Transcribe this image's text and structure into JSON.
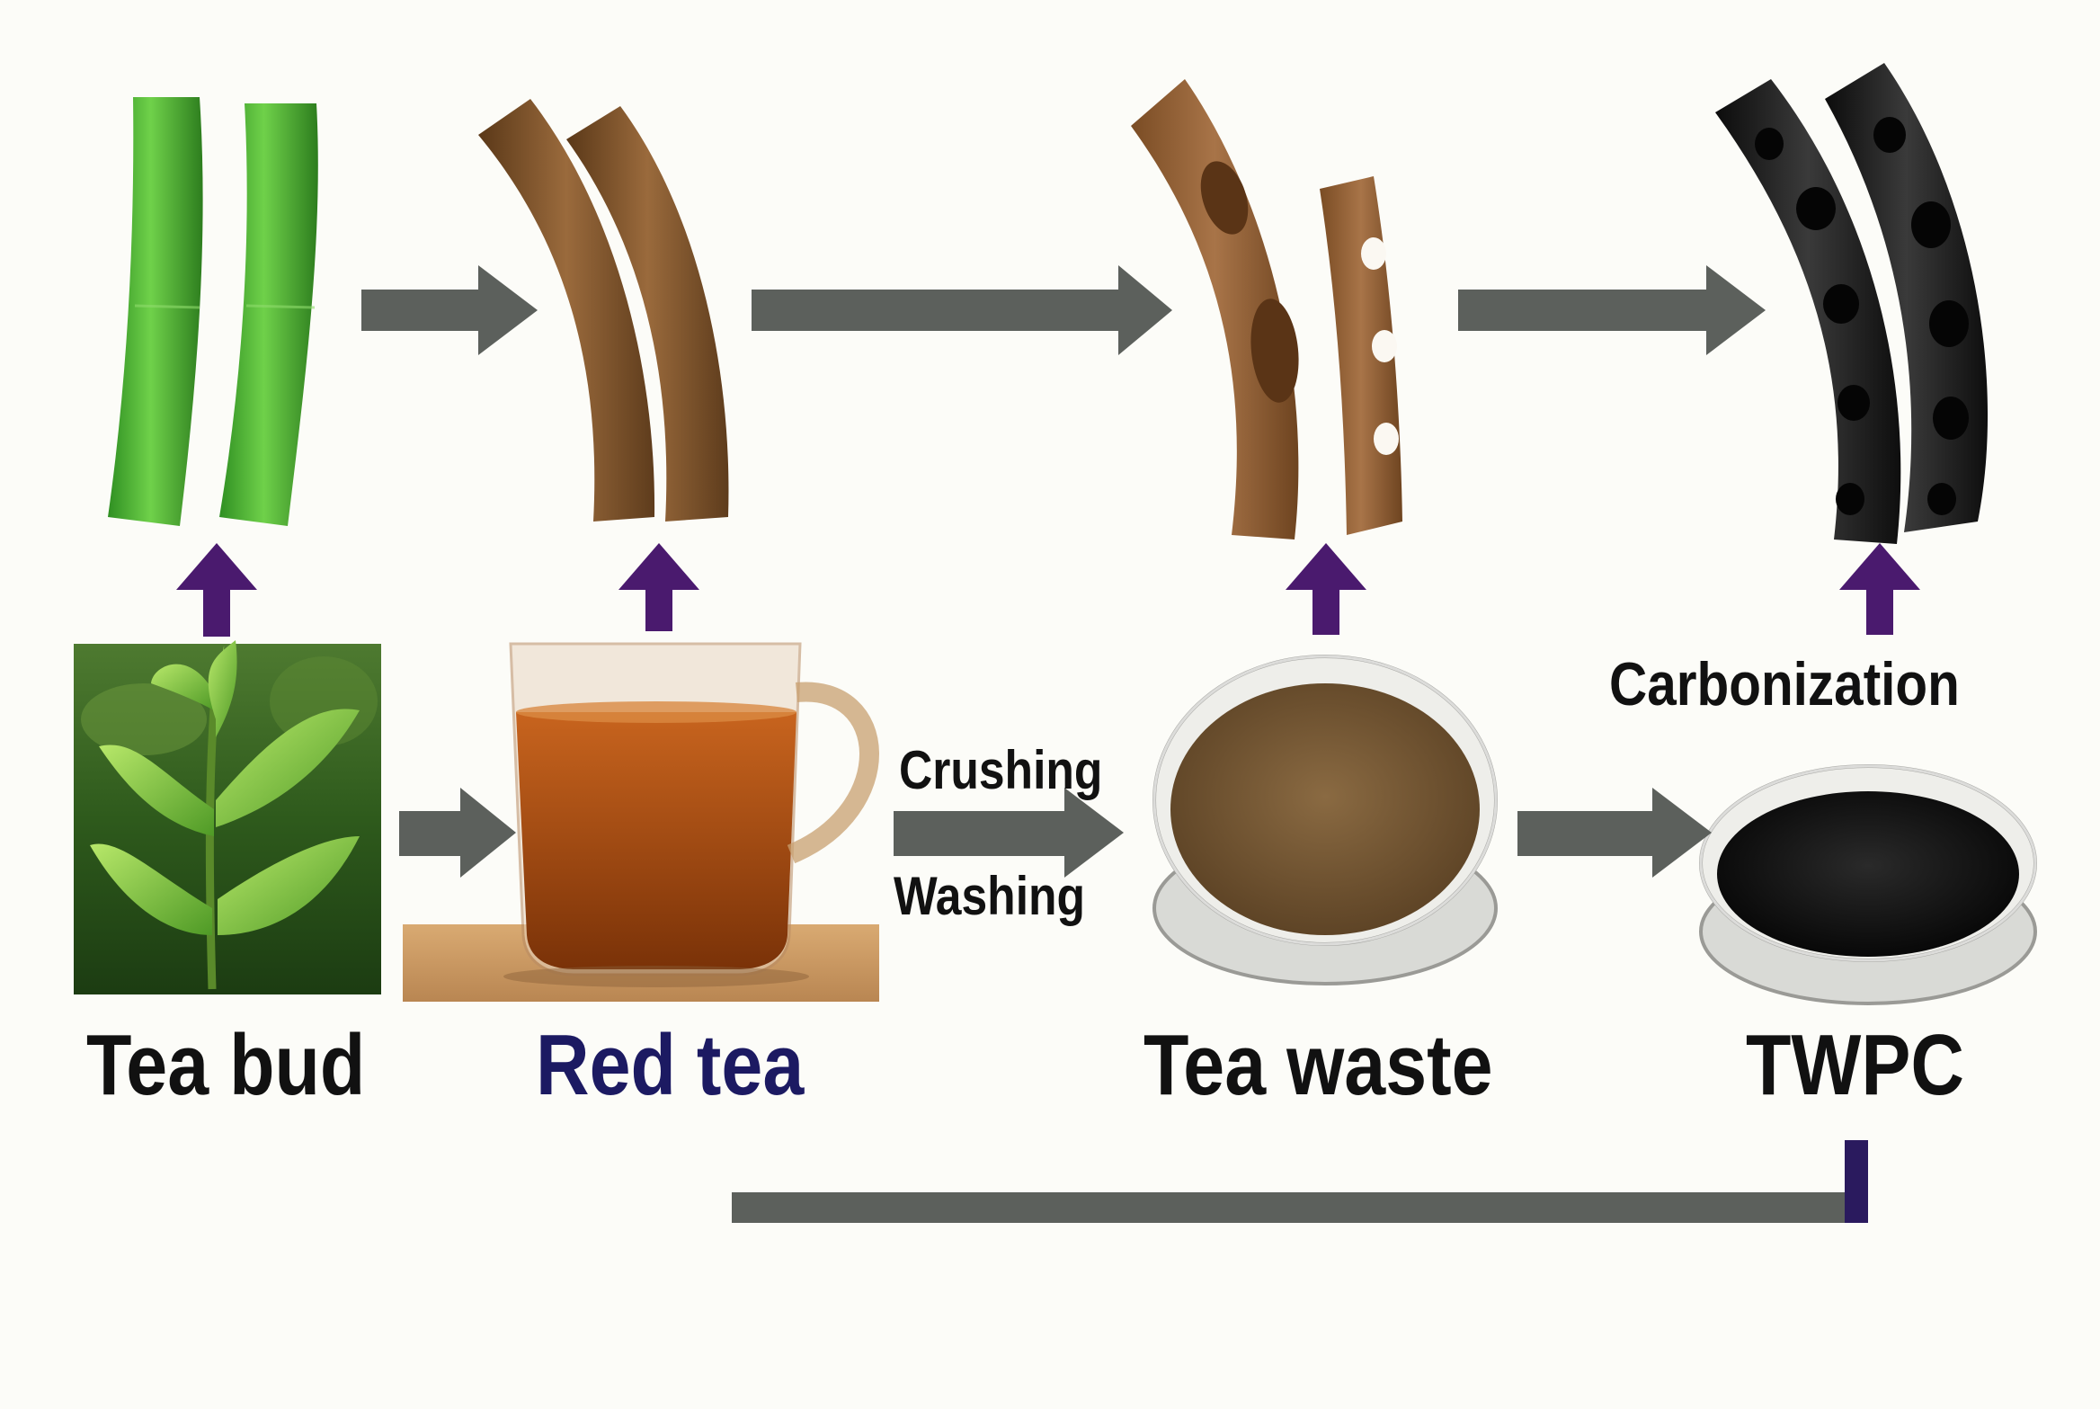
{
  "stages": [
    {
      "id": "tea-bud",
      "label": "Tea bud"
    },
    {
      "id": "red-tea",
      "label": "Red tea"
    },
    {
      "id": "tea-waste",
      "label": "Tea waste"
    },
    {
      "id": "twpc",
      "label": "TWPC"
    }
  ],
  "process_labels": {
    "crushing": "Crushing",
    "washing": "Washing",
    "carbonization": "Carbonization"
  },
  "colors": {
    "background": "#fcfcf8",
    "flow_arrow": "#5c605c",
    "up_arrow": "#4a1a6e",
    "red_tea_label": "#1c1a62",
    "label_text": "#111111",
    "fiber_green": "#4caf3a",
    "fiber_brown": "#8a5a32",
    "fiber_black": "#1a1a1a"
  },
  "icons": [
    "tea-leaf-photo",
    "tea-cup-photo",
    "petri-dish-powder",
    "petri-dish-carbon"
  ]
}
